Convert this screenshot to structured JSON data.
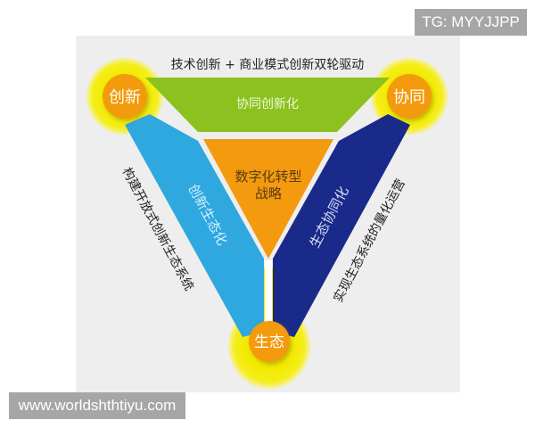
{
  "watermarks": {
    "top_right": "TG: MYYJJPP",
    "bottom_left": "www.worldshthtiyu.com"
  },
  "diagram": {
    "title": "技术创新 + 商业模式创新双轮驱动",
    "center": {
      "line1": "数字化转型",
      "line2": "战略",
      "color": "#f39a0e"
    },
    "nodes": [
      {
        "id": "innovation",
        "label": "创新",
        "color": "#f39a0e",
        "glow": "#f2ea00"
      },
      {
        "id": "collaboration",
        "label": "协同",
        "color": "#f39a0e",
        "glow": "#f2ea00"
      },
      {
        "id": "ecology",
        "label": "生态",
        "color": "#f39a0e",
        "glow": "#f2ea00"
      }
    ],
    "bands": [
      {
        "id": "top",
        "label": "协同创新化",
        "color": "#8cc11f"
      },
      {
        "id": "left",
        "label": "创新生态化",
        "color": "#2fa7df"
      },
      {
        "id": "right",
        "label": "生态协同化",
        "color": "#1a2a8a"
      }
    ],
    "side_labels": {
      "left": "构建开放式创新生态系统",
      "right": "实现生态系统的量化运营"
    }
  }
}
